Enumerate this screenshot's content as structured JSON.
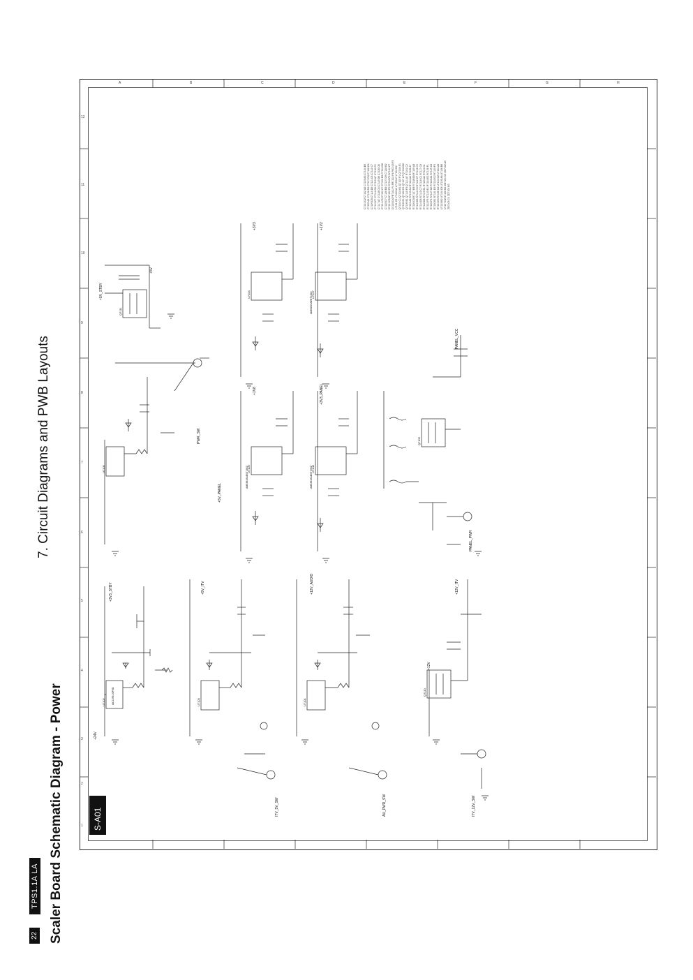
{
  "page": {
    "number": "22",
    "model": "TPS1.1A LA",
    "title": "Scaler Board Schematic Diagram - Power",
    "chapter": "7. Circuit Diagrams and PWB Layouts",
    "sheet_id": "S-A01"
  },
  "grid": {
    "letters": [
      "A",
      "B",
      "C",
      "D",
      "E",
      "F",
      "G",
      "H"
    ],
    "numbers": [
      "1",
      "2",
      "3",
      "4",
      "5",
      "6",
      "7",
      "8",
      "9",
      "10",
      "11",
      "12"
    ]
  },
  "nets": {
    "stby_rail": "+3V3_STBY",
    "itv_rail": "+5V_ITV",
    "audio_rail": "+12V_AUDIO",
    "itv12_rail": "+12V_ITV",
    "panel33": "+3V3_PANEL",
    "panel_rail": "+5V_PANEL",
    "stby5": "+5V_STBY",
    "v5": "+5V",
    "v12": "+12V",
    "v24": "+24V",
    "panel_vcc": "PANEL_VCC",
    "pwr_sw": "PWR_SW",
    "itv_sw": "ITV_5V_SW",
    "au_sw": "AU_PWR_SW",
    "itv12_sw": "ITV_12V_SW",
    "panel_sw": "PANEL_PWR",
    "v1v8": "+1V8",
    "v3v3": "+3V3",
    "v1v2": "+1V2"
  },
  "components": {
    "u1": "U7102",
    "u2": "U7103",
    "u3": "U7101",
    "u4": "U7105",
    "u5": "U7106",
    "u6": "U7104",
    "u7": "U7107",
    "u8": "U7108",
    "q1": "Q7111",
    "q2": "Q7110",
    "q3": "Q7105",
    "reg1": "AIC1596-33P5D",
    "reg2": "AME8816AEGT180Z",
    "reg3": "AME8816AEGT330Z",
    "reg4": "AME8815AEET120Z"
  }
}
